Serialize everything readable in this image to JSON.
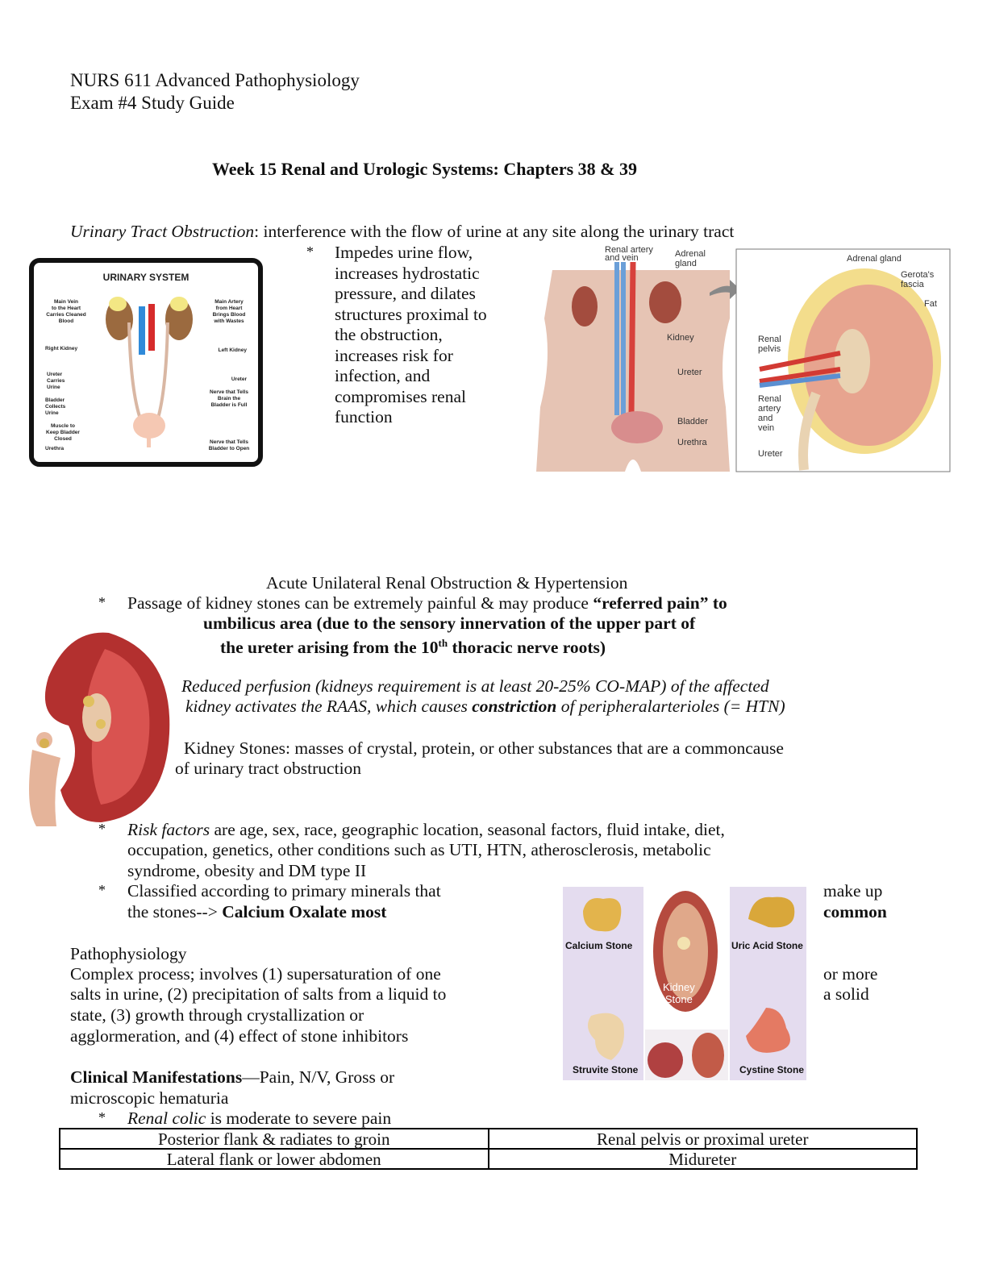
{
  "header": {
    "course": "NURS 611 Advanced Pathophysiology",
    "guide": "Exam #4 Study Guide"
  },
  "section_title": "Week 15 Renal and Urologic Systems: Chapters 38 & 39",
  "uto": {
    "term": "Urinary Tract Obstruction",
    "definition": ": interference with the flow of urine at any site along the urinary tract",
    "bullet_lines": [
      "Impedes urine flow,",
      "increases hydrostatic",
      "pressure, and dilates",
      "structures proximal to",
      "the obstruction,",
      "increases risk for",
      "infection, and",
      "compromises renal",
      "function"
    ]
  },
  "fig_urinary": {
    "title": "URINARY SYSTEM",
    "labels": {
      "vein": [
        "Main Vein",
        "to the Heart",
        "Carries Cleaned",
        "Blood"
      ],
      "artery": [
        "Main Artery",
        "from Heart",
        "Brings Blood",
        "with Wastes"
      ],
      "right_kidney": "Right Kidney",
      "left_kidney": "Left Kidney",
      "ureter_l": [
        "Ureter",
        "Carries",
        "Urine"
      ],
      "ureter_r": "Ureter",
      "bladder": [
        "Bladder",
        "Collects",
        "Urine"
      ],
      "nerve_full": [
        "Nerve that Tells",
        "Brain the",
        "Bladder is Full"
      ],
      "muscle": [
        "Muscle to",
        "Keep Bladder",
        "Closed"
      ],
      "urethra": "Urethra",
      "nerve_open": [
        "Nerve that Tells",
        "Bladder to Open"
      ]
    }
  },
  "fig_anatomy": {
    "labels": {
      "renal_av": [
        "Renal artery",
        "and vein"
      ],
      "adrenal": [
        "Adrenal",
        "gland"
      ],
      "kidney": "Kidney",
      "ureter": "Ureter",
      "bladder": "Bladder",
      "urethra": "Urethra"
    }
  },
  "fig_cross": {
    "labels": {
      "adrenal": "Adrenal gland",
      "gerota": [
        "Gerota's",
        "fascia"
      ],
      "fat": "Fat",
      "pelvis": [
        "Renal",
        "pelvis"
      ],
      "artery": [
        "Renal",
        "artery",
        "and",
        "vein"
      ],
      "ureter": "Ureter"
    }
  },
  "acute": {
    "heading": "Acute Unilateral Renal Obstruction & Hypertension",
    "bullet_a": "Passage of kidney stones can be extremely painful & may produce ",
    "bullet_b": "“referred pain” to",
    "line2": "umbilicus area (due to the sensory innervation of the upper part of",
    "line3a": "the ureter arising from the 10",
    "line3sup": "th",
    "line3b": " thoracic nerve roots)",
    "perf1": "Reduced perfusion (kidneys requirement is at least 20-25% CO-MAP) of the affected",
    "perf2a": "kidney activates the RAAS, which causes ",
    "perf2b": "constriction",
    "perf2c": " of peripheralarterioles (= HTN)",
    "stones1": "Kidney Stones: masses of crystal, protein, or other substances that are a commoncause",
    "stones2": "of urinary tract obstruction"
  },
  "risk": {
    "term": "Risk factors",
    "l1": " are age, sex, race, geographic location, seasonal factors, fluid intake, diet,",
    "l2": "occupation, genetics, other conditions such as UTI, HTN, atherosclerosis, metabolic",
    "l3": "syndrome, obesity and DM type II"
  },
  "classified": {
    "l1": "Classified according to primary minerals that",
    "l1r": "make up",
    "l2a": "the stones--> ",
    "l2b": "Calcium  Oxalate most",
    "l2r": "common"
  },
  "stones_fig": {
    "calcium": "Calcium Stone",
    "uric": "Uric Acid Stone",
    "struvite": "Struvite Stone",
    "cystine": "Cystine Stone",
    "kidney_stone": [
      "Kidney",
      "Stone"
    ]
  },
  "patho": {
    "heading": "Pathophysiology",
    "l1": "Complex process; involves (1) supersaturation of one",
    "l1r": "or more",
    "l2": "salts in urine, (2) precipitation of salts from a liquid to",
    "l2r": "a solid",
    "l3": "state, (3) growth through crystallization or",
    "l4": "agglormeration, and (4) effect of stone inhibitors"
  },
  "clinical": {
    "heading": "Clinical Manifestations",
    "l1": "—Pain, N/V, Gross or",
    "l2": "microscopic hematuria",
    "colic_term": "Renal colic",
    "colic_rest": " is moderate to severe pain"
  },
  "table": {
    "rows": [
      [
        "Posterior flank & radiates to groin",
        "Renal pelvis or proximal ureter"
      ],
      [
        "Lateral flank or lower abdomen",
        "Midureter"
      ]
    ]
  },
  "bullet_symbol": "*"
}
